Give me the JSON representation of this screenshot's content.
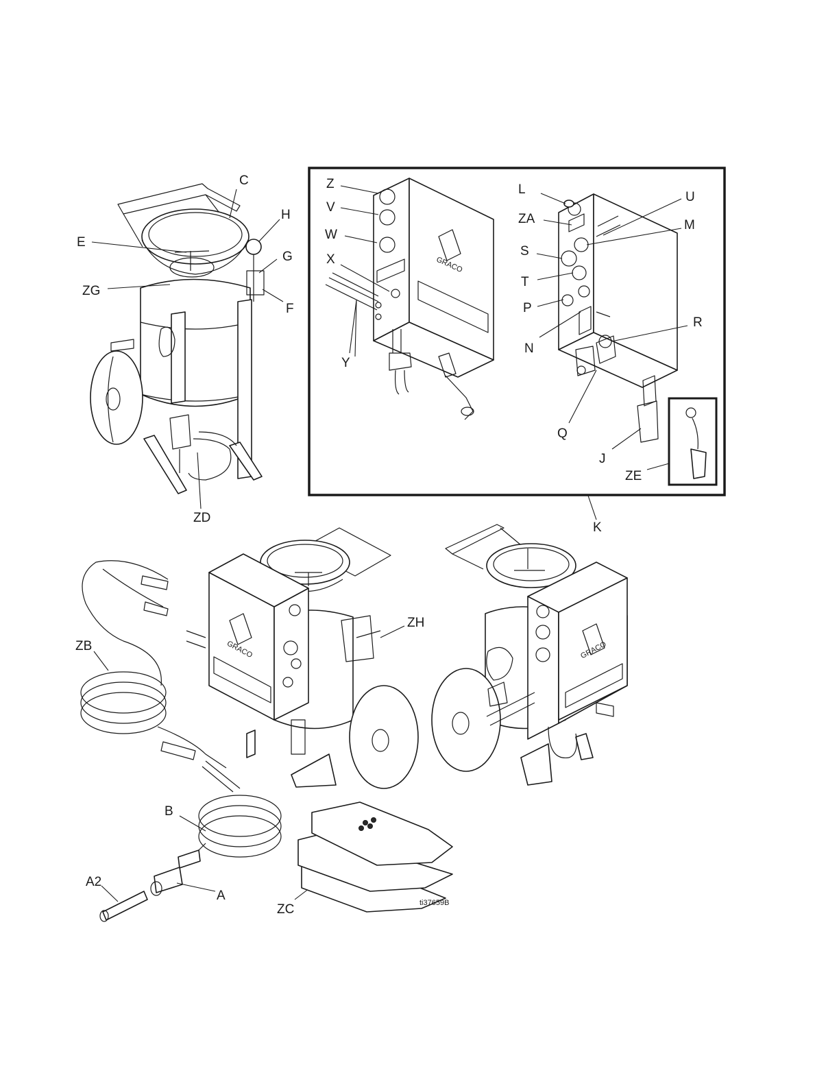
{
  "labels": {
    "C": "C",
    "H": "H",
    "E": "E",
    "G": "G",
    "ZG": "ZG",
    "F": "F",
    "ZD": "ZD",
    "Z": "Z",
    "V": "V",
    "W": "W",
    "X": "X",
    "Y": "Y",
    "L": "L",
    "U": "U",
    "ZA": "ZA",
    "M": "M",
    "S": "S",
    "T": "T",
    "P": "P",
    "N": "N",
    "R": "R",
    "Q": "Q",
    "J": "J",
    "ZE": "ZE",
    "K": "K",
    "ZB": "ZB",
    "ZH": "ZH",
    "B": "B",
    "A2": "A2",
    "A": "A",
    "ZC": "ZC"
  },
  "brand_text": "GRACO",
  "figure_code": "ti37659B",
  "colors": {
    "ink": "#1a1a1a",
    "paper": "#ffffff"
  }
}
